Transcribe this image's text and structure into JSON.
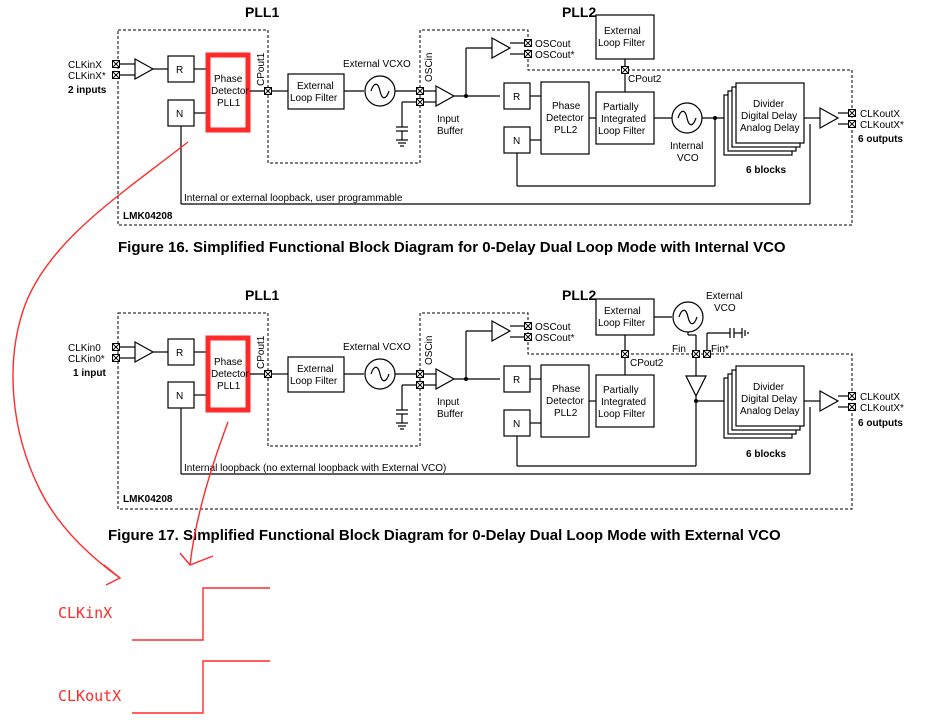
{
  "fig16": {
    "pll1": "PLL1",
    "pll2": "PLL2",
    "in_pos": "CLKinX",
    "in_neg": "CLKinX*",
    "inputs": "2 inputs",
    "r": "R",
    "n": "N",
    "pd1_l1": "Phase",
    "pd1_l2": "Detector",
    "pd1_l3": "PLL1",
    "cpout1": "CPout1",
    "elf_l1": "External",
    "elf_l2": "Loop Filter",
    "vcxo": "External VCXO",
    "oscin": "OSCin",
    "ib_l1": "Input",
    "ib_l2": "Buffer",
    "osc_pos": "OSCout",
    "osc_neg": "OSCout*",
    "elf2_l1": "External",
    "elf2_l2": "Loop Filter",
    "cpout2": "CPout2",
    "r2": "R",
    "n2": "N",
    "pd2_l1": "Phase",
    "pd2_l2": "Detector",
    "pd2_l3": "PLL2",
    "pilf_l1": "Partially",
    "pilf_l2": "Integrated",
    "pilf_l3": "Loop Filter",
    "vco_l1": "Internal",
    "vco_l2": "VCO",
    "div_l1": "Divider",
    "div_l2": "Digital Delay",
    "div_l3": "Analog Delay",
    "blocks": "6 blocks",
    "out_pos": "CLKoutX",
    "out_neg": "CLKoutX*",
    "outputs": "6 outputs",
    "loopback": "Internal or external loopback, user programmable",
    "part": "LMK04208",
    "caption": "Figure 16.  Simplified Functional Block Diagram for 0-Delay Dual Loop Mode with Internal VCO"
  },
  "fig17": {
    "pll1": "PLL1",
    "pll2": "PLL2",
    "in_pos": "CLKin0",
    "in_neg": "CLKin0*",
    "inputs": "1 input",
    "r": "R",
    "n": "N",
    "pd1_l1": "Phase",
    "pd1_l2": "Detector",
    "pd1_l3": "PLL1",
    "cpout1": "CPout1",
    "elf_l1": "External",
    "elf_l2": "Loop Filter",
    "vcxo": "External VCXO",
    "oscin": "OSCin",
    "ib_l1": "Input",
    "ib_l2": "Buffer",
    "osc_pos": "OSCout",
    "osc_neg": "OSCout*",
    "elf2_l1": "External",
    "elf2_l2": "Loop Filter",
    "evco_l1": "External",
    "evco_l2": "VCO",
    "cpout2": "CPout2",
    "fin": "Fin",
    "fin_neg": "Fin*",
    "r2": "R",
    "n2": "N",
    "pd2_l1": "Phase",
    "pd2_l2": "Detector",
    "pd2_l3": "PLL2",
    "pilf_l1": "Partially",
    "pilf_l2": "Integrated",
    "pilf_l3": "Loop Filter",
    "div_l1": "Divider",
    "div_l2": "Digital Delay",
    "div_l3": "Analog Delay",
    "blocks": "6 blocks",
    "out_pos": "CLKoutX",
    "out_neg": "CLKoutX*",
    "outputs": "6 outputs",
    "loopback": "Internal loopback (no external loopback with External VCO)",
    "part": "LMK04208",
    "caption": "Figure 17.  Simplified Functional Block Diagram for 0-Delay Dual Loop Mode with External VCO"
  },
  "annotations": {
    "clkinx": "CLKinX",
    "clkoutx": "CLKoutX",
    "highlight_color": "#ff2a2a"
  }
}
